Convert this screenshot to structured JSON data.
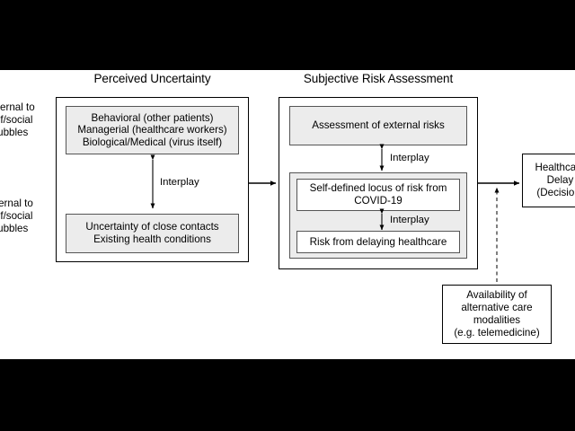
{
  "figure": {
    "background": "#ffffff",
    "letterbox_color": "#000000",
    "box_fill_gray": "#ececec",
    "box_fill_white": "#ffffff",
    "stroke": "#000000"
  },
  "columns": {
    "left": {
      "title": "Perceived Uncertainty",
      "boxes": [
        {
          "label": "Behavioral (other patients)\nManagerial (healthcare workers)\nBiological/Medical (virus itself)",
          "fill": "gray"
        },
        {
          "label": "Uncertainty of close contacts\nExisting health conditions",
          "fill": "gray"
        }
      ],
      "connector_label": "Interplay"
    },
    "middle": {
      "title": "Subjective Risk Assessment",
      "top_box": {
        "label": "Assessment of external risks",
        "fill": "gray"
      },
      "connector_label_upper": "Interplay",
      "connector_label_lower": "Interplay",
      "grouped_boxes": [
        {
          "label": "Self-defined locus of risk from\nCOVID-19",
          "fill": "white"
        },
        {
          "label": "Risk from delaying healthcare",
          "fill": "white"
        }
      ]
    },
    "right": {
      "outcome_box": {
        "label": "Healthcare\nDelay\n(Decision)",
        "fill": "white"
      },
      "moderator_box": {
        "label": "Availability of\nalternative care\nmodalities\n(e.g. telemedicine)",
        "fill": "white"
      }
    }
  },
  "side_labels": [
    {
      "name": "external-label",
      "text": "External to\nself/social\nbubbles"
    },
    {
      "name": "internal-label",
      "text": "Internal to\nself/social\nbubbles"
    }
  ]
}
